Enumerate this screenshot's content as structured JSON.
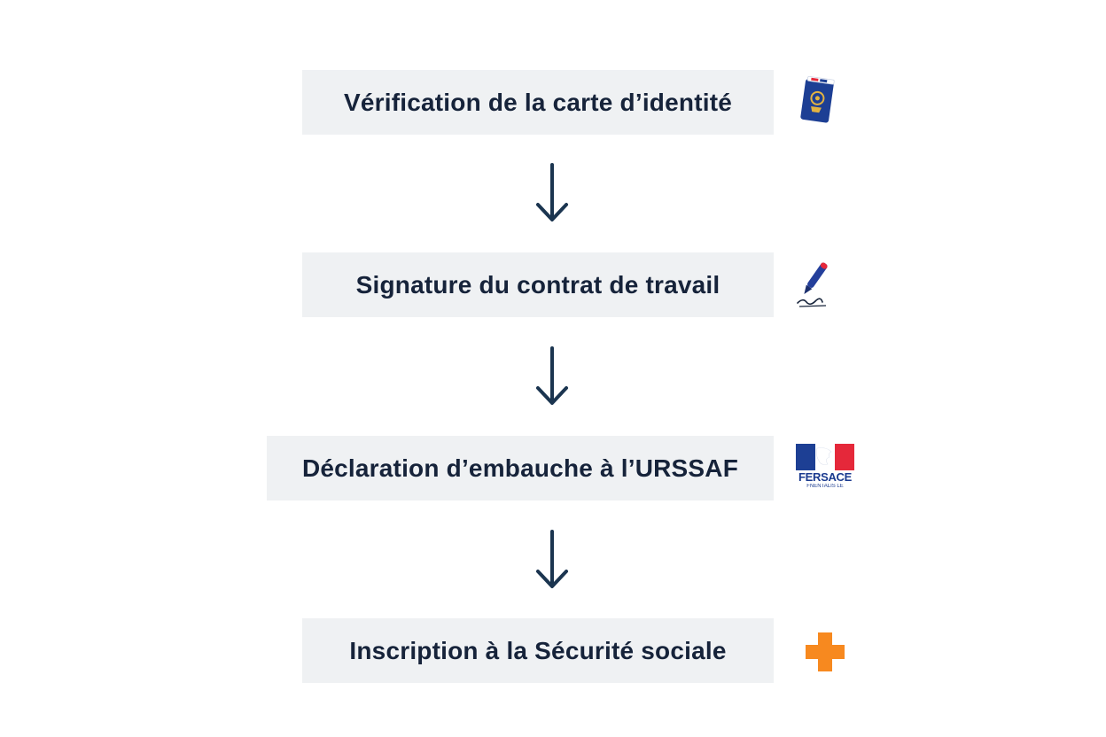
{
  "diagram": {
    "steps": [
      {
        "label": "Vérification de la carte d’identité",
        "icon": "id-card-icon"
      },
      {
        "label": "Signature du contrat de travail",
        "icon": "pen-signature-icon"
      },
      {
        "label": "Déclaration d’embauche à l’URSSAF",
        "icon": "republique-francaise-logo"
      },
      {
        "label": "Inscription à la Sécurité sociale",
        "icon": "orange-cross-icon"
      }
    ],
    "logo": {
      "text": "FERSACE",
      "subtext": "FNENTALIS LE"
    }
  },
  "colors": {
    "step_background": "#eff1f3",
    "text": "#16233a",
    "arrow": "#1b3550",
    "id_card_blue": "#1d3f94",
    "pen_blue": "#243f9b",
    "flag_blue": "#1d3f94",
    "flag_red": "#e5283a",
    "cross_orange": "#f7891f"
  }
}
